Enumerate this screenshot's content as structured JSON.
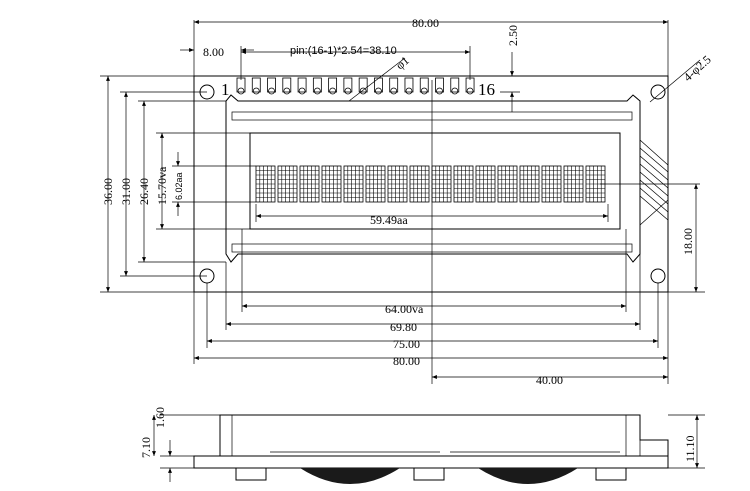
{
  "dimensions": {
    "overall_width": "80.00",
    "pin_offset": "8.00",
    "pin_pitch_formula": "pin:(16-1)*2.54=38.10",
    "pin_hole": "φ1",
    "top_offset": "2.50",
    "mount_holes": "4-φ2.5",
    "pin_first": "1",
    "pin_last": "16",
    "overall_height": "36.00",
    "inner_height": "31.00",
    "bezel_height": "26.40",
    "va_height": "15.70va",
    "aa_height": "6.02aa",
    "aa_width": "59.49aa",
    "va_width": "64.00va",
    "bezel_width": "69.80",
    "hole_span": "75.00",
    "bottom_width": "80.00",
    "half_width": "40.00",
    "right_height": "18.00",
    "pcb_thickness": "1.60",
    "bezel_depth": "7.10",
    "total_depth": "11.10"
  },
  "display": {
    "columns": 16,
    "rows": 1
  }
}
